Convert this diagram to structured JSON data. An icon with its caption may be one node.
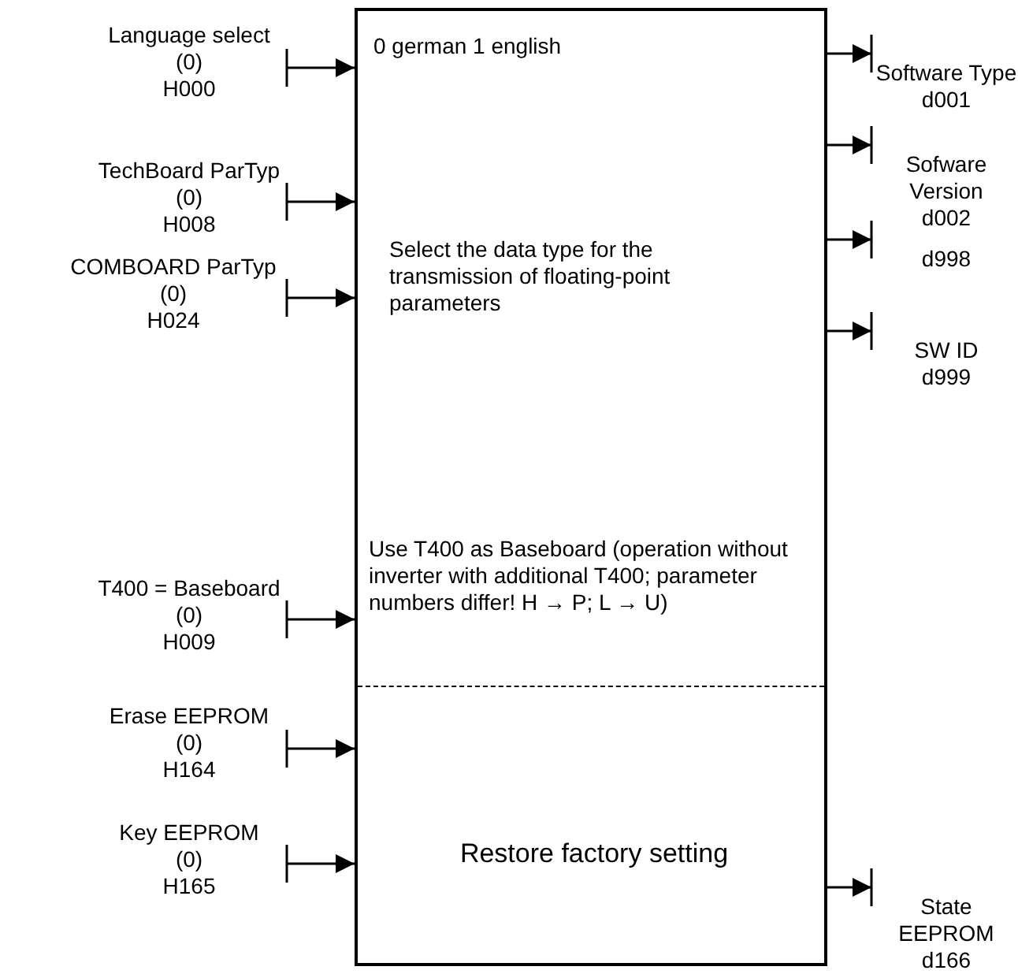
{
  "diagram": {
    "nodes": [
      {
        "text": [
          "0 german 1 english",
          "Select the data type for the transmission of floating-point parameters",
          "Use T400 as Baseboard (operation without inverter with additional T400; parameter numbers differ! H → P; L → U)",
          "Restore factory setting"
        ]
      },
      {
        "text": [
          "Language select",
          "(0)",
          "H000"
        ]
      },
      {
        "text": [
          "TechBoard ParTyp",
          "(0)",
          "H008"
        ]
      },
      {
        "text": [
          "COMBOARD ParTyp",
          "(0)",
          "H024"
        ]
      },
      {
        "text": [
          "T400 = Baseboard",
          "(0)",
          "H009"
        ]
      },
      {
        "text": [
          "Erase EEPROM",
          "(0)",
          "H164"
        ]
      },
      {
        "text": [
          "Key EEPROM",
          "(0)",
          "H165"
        ]
      },
      {
        "text": [
          "Software Type",
          "d001"
        ]
      },
      {
        "text": [
          "Sofware Version",
          "d002"
        ]
      },
      {
        "text": [
          "d998"
        ]
      },
      {
        "text": [
          "SW ID",
          "d999"
        ]
      },
      {
        "text": [
          "State EEPROM",
          "d166"
        ]
      }
    ],
    "edges": [
      {
        "from": 1,
        "to": 0,
        "arrow": "to"
      },
      {
        "from": 2,
        "to": 0,
        "arrow": "to"
      },
      {
        "from": 3,
        "to": 0,
        "arrow": "to"
      },
      {
        "from": 4,
        "to": 0,
        "arrow": "to"
      },
      {
        "from": 5,
        "to": 0,
        "arrow": "to"
      },
      {
        "from": 6,
        "to": 0,
        "arrow": "to"
      },
      {
        "from": 0,
        "to": 7,
        "arrow": "to"
      },
      {
        "from": 0,
        "to": 8,
        "arrow": "to"
      },
      {
        "from": 0,
        "to": 9,
        "arrow": "to"
      },
      {
        "from": 0,
        "to": 10,
        "arrow": "to"
      },
      {
        "from": 0,
        "to": 11,
        "arrow": "to"
      }
    ]
  }
}
